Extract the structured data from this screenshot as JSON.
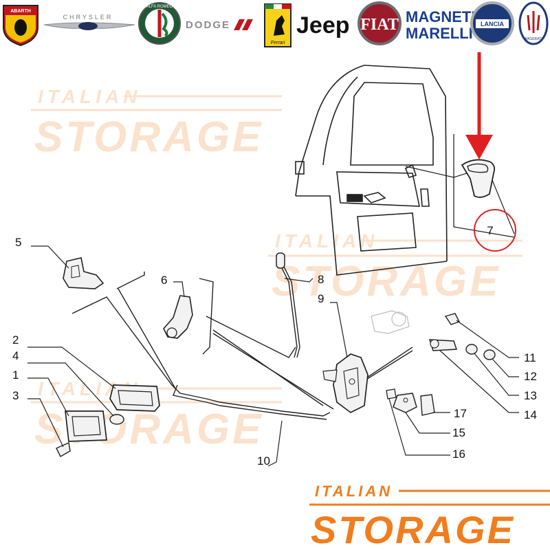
{
  "brands": [
    {
      "id": "abarth",
      "text": "ABARTH"
    },
    {
      "id": "chrysler",
      "text": "CHRYSLER"
    },
    {
      "id": "alfa-romeo",
      "text": "ALFA ROMEO"
    },
    {
      "id": "dodge",
      "text": "DODGE"
    },
    {
      "id": "ferrari",
      "text": "Ferrari"
    },
    {
      "id": "jeep",
      "text": "Jeep"
    },
    {
      "id": "fiat",
      "text": "FIAT"
    },
    {
      "id": "magneti-marelli",
      "text": "MAGNETI MARELLI"
    },
    {
      "id": "lancia",
      "text": "LANCIA"
    },
    {
      "id": "maserati",
      "text": "MASERATI"
    }
  ],
  "watermark": {
    "line1": "ITALIAN",
    "line2": "STORAGE",
    "color": "#f07d1e"
  },
  "highlight": {
    "callout": "7",
    "arrow_color": "#e02020"
  },
  "callouts": {
    "n1": "1",
    "n2": "2",
    "n3": "3",
    "n4": "4",
    "n5": "5",
    "n6": "6",
    "n7": "7",
    "n8": "8",
    "n9": "9",
    "n10": "10",
    "n11": "11",
    "n12": "12",
    "n13": "13",
    "n14": "14",
    "n15": "15",
    "n16": "16",
    "n17": "17"
  }
}
